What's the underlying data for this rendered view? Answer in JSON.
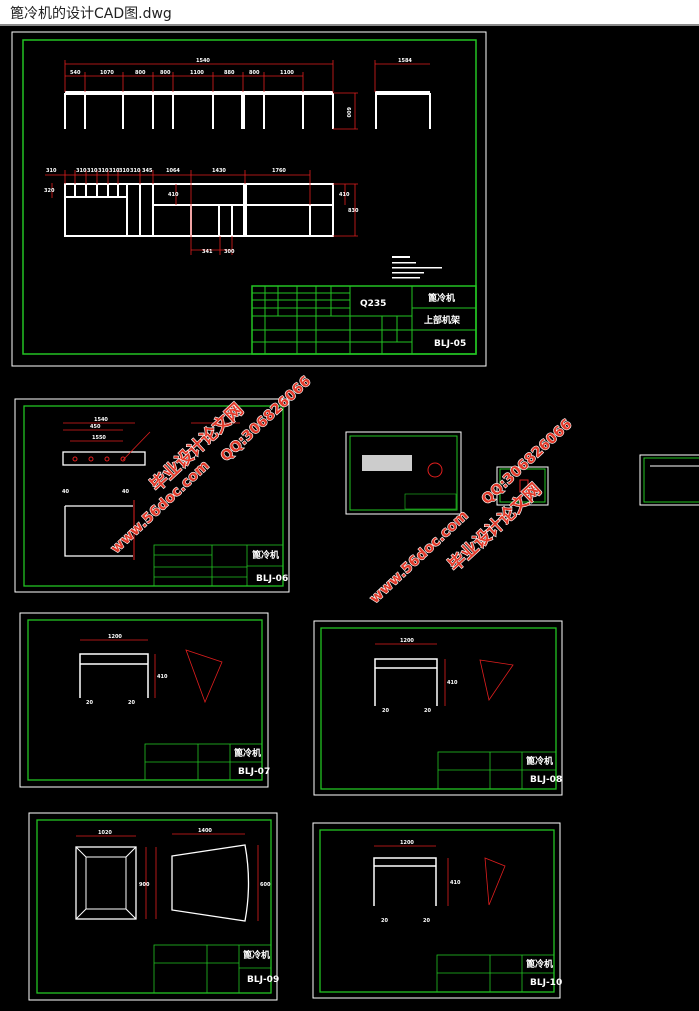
{
  "window": {
    "title": "篦冷机的设计CAD图.dwg"
  },
  "colors": {
    "background": "#000000",
    "sheet_border": "#ffffff",
    "frame": "#22c322",
    "dimension": "#e01e1e",
    "geometry": "#ffffff"
  },
  "sheet1": {
    "title_block": {
      "product": "篦冷机",
      "part": "上部机架",
      "code": "BLJ-05",
      "material": "Q235"
    },
    "dims_top": {
      "overall": "1540",
      "segments": [
        "540",
        "1070",
        "800",
        "800",
        "1100",
        "880",
        "800",
        "1100"
      ],
      "height": "600",
      "side": "1584"
    },
    "dims_bottom": {
      "segments": [
        "310",
        "310",
        "310",
        "310",
        "310",
        "310",
        "310",
        "345",
        "1064",
        "1430",
        "1760"
      ],
      "left_h": "320",
      "mid_h": "410",
      "right_h": "410",
      "total_h": "830",
      "b1": "341",
      "b2": "300"
    }
  },
  "sheet2": {
    "title_block": {
      "product": "篦冷机",
      "code": "BLJ-06"
    },
    "dims": [
      "1540",
      "450",
      "1550",
      "40",
      "40"
    ]
  },
  "sheet6": {
    "title_block": {
      "product": "篦冷机",
      "code": "BLJ-07"
    },
    "dims": [
      "1200",
      "410",
      "20",
      "20"
    ]
  },
  "sheet7": {
    "title_block": {
      "product": "篦冷机",
      "code": "BLJ-08"
    },
    "dims": [
      "1200",
      "410",
      "20",
      "20"
    ]
  },
  "sheet8": {
    "title_block": {
      "product": "篦冷机",
      "code": "BLJ-09"
    },
    "dims": [
      "1020",
      "1400",
      "900",
      "600"
    ]
  },
  "sheet9": {
    "title_block": {
      "product": "篦冷机",
      "code": "BLJ-10"
    },
    "dims": [
      "1200",
      "410",
      "20",
      "20"
    ]
  },
  "watermarks": {
    "site_cn": "毕业设计论文网",
    "url": "www.56doc.com",
    "qq": "QQ:306826066"
  }
}
